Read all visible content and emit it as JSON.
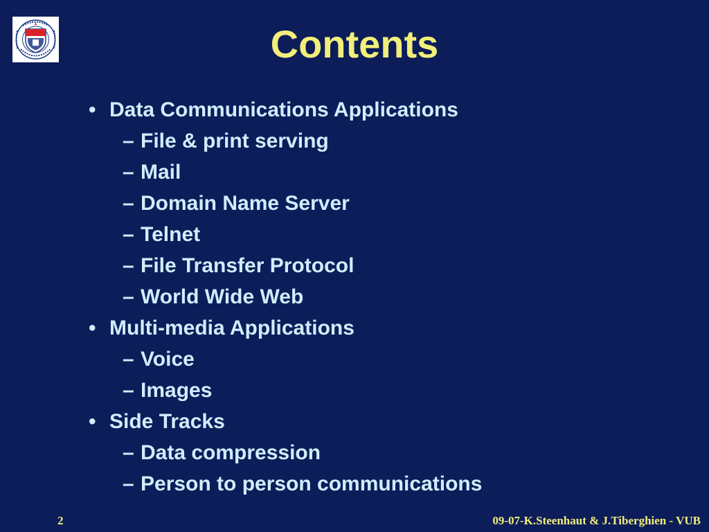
{
  "slide": {
    "title": "Contents",
    "bullet_glyph": "•",
    "dash_glyph": "–",
    "logo_icon": "vub-university-seal-icon",
    "colors": {
      "background": "#0c1d5a",
      "title": "#f2ee7a",
      "body_text": "#cfeefb",
      "footer": "#f2ee7a"
    },
    "items": [
      {
        "label": "Data Communications Applications",
        "subitems": [
          "File & print serving",
          "Mail",
          "Domain Name Server",
          "Telnet",
          "File Transfer Protocol",
          "World Wide Web"
        ]
      },
      {
        "label": "Multi-media Applications",
        "subitems": [
          "Voice",
          "Images"
        ]
      },
      {
        "label": "Side Tracks",
        "subitems": [
          "Data compression",
          "Person to person communications"
        ]
      }
    ]
  },
  "footer": {
    "page_number": "2",
    "credit": "09-07-K.Steenhaut & J.Tiberghien - VUB"
  }
}
